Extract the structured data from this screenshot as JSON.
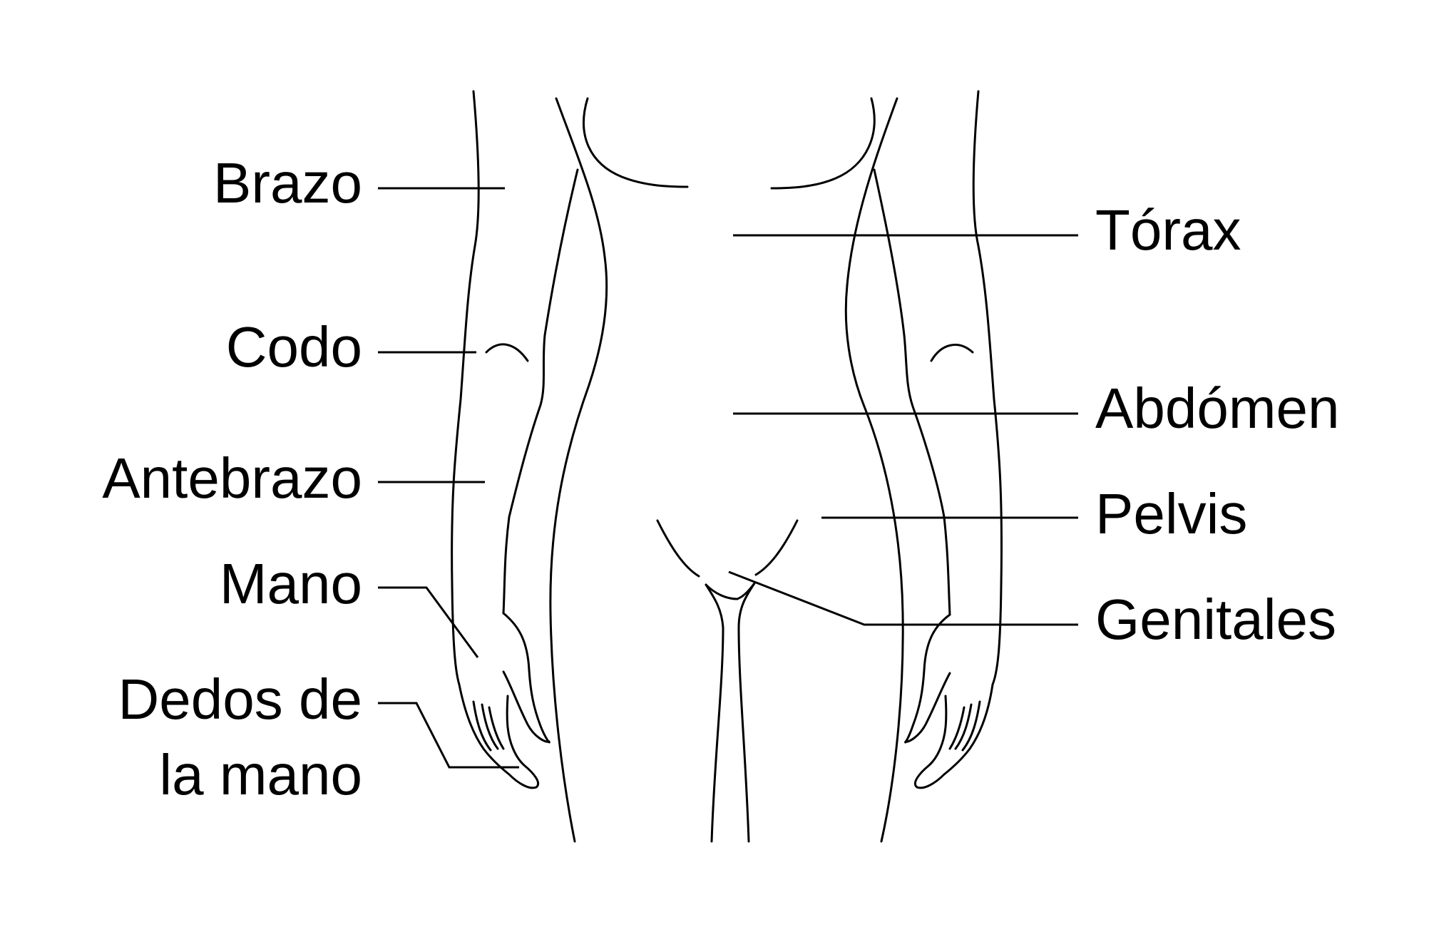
{
  "labels": {
    "left": {
      "brazo": "Brazo",
      "codo": "Codo",
      "antebrazo": "Antebrazo",
      "mano": "Mano",
      "dedos_line1": "Dedos de",
      "dedos_line2": "la mano"
    },
    "right": {
      "torax": "Tórax",
      "abdomen": "Abdómen",
      "pelvis": "Pelvis",
      "genitales": "Genitales"
    }
  },
  "colors": {
    "line": "#000000",
    "background": "#ffffff"
  }
}
